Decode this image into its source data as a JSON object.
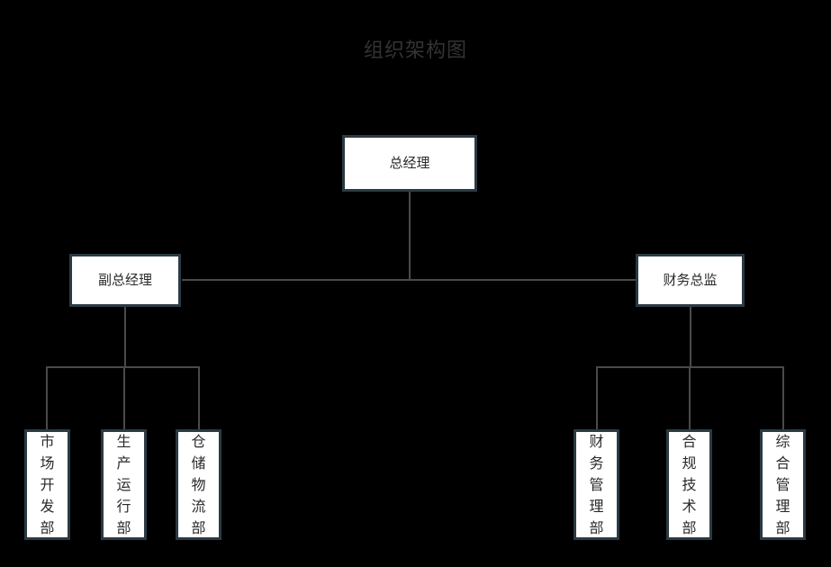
{
  "chart": {
    "title": "组织架构图",
    "type": "org-chart",
    "background_color": "#000000",
    "node_fill": "#ffffff",
    "node_border": "#2b3a44",
    "node_text_color": "#2a2a2a",
    "connector_color": "#4a4a4a",
    "title_color": "#333333"
  },
  "nodes": {
    "root": {
      "label": "总经理",
      "level": 1
    },
    "level2": [
      {
        "label": "副总经理",
        "level": 2
      },
      {
        "label": "财务总监",
        "level": 2
      }
    ],
    "left_departments": [
      {
        "label": "市场开发部",
        "level": 3,
        "parent": "副总经理"
      },
      {
        "label": "生产运行部",
        "level": 3,
        "parent": "副总经理"
      },
      {
        "label": "仓储物流部",
        "level": 3,
        "parent": "副总经理"
      }
    ],
    "right_departments": [
      {
        "label": "财务管理部",
        "level": 3,
        "parent": "财务总监"
      },
      {
        "label": "合规技术部",
        "level": 3,
        "parent": "财务总监"
      },
      {
        "label": "综合管理部",
        "level": 3,
        "parent": "财务总监"
      }
    ]
  }
}
